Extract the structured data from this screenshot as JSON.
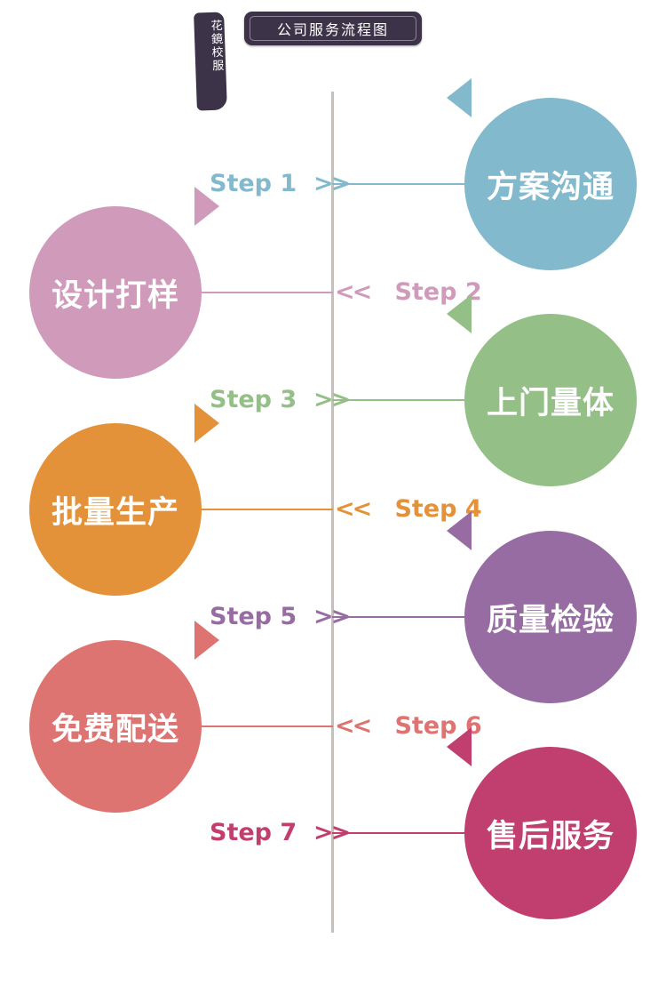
{
  "brand": {
    "text": "花鏡校服"
  },
  "title": "公司服务流程图",
  "steps": [
    {
      "step_label": "Step 1",
      "arrow": ">>",
      "name": "方案沟通",
      "side": "right",
      "color": "#82b9cc"
    },
    {
      "step_label": "Step 2",
      "arrow": "<<",
      "name": "设计打样",
      "side": "left",
      "color": "#d09abb"
    },
    {
      "step_label": "Step 3",
      "arrow": ">>",
      "name": "上门量体",
      "side": "right",
      "color": "#94bf87"
    },
    {
      "step_label": "Step 4",
      "arrow": "<<",
      "name": "批量生产",
      "side": "left",
      "color": "#e3923a"
    },
    {
      "step_label": "Step 5",
      "arrow": ">>",
      "name": "质量检验",
      "side": "right",
      "color": "#976ca3"
    },
    {
      "step_label": "Step 6",
      "arrow": "<<",
      "name": "免费配送",
      "side": "left",
      "color": "#dd7471"
    },
    {
      "step_label": "Step 7",
      "arrow": ">>",
      "name": "售后服务",
      "side": "right",
      "color": "#c03f6f"
    }
  ]
}
